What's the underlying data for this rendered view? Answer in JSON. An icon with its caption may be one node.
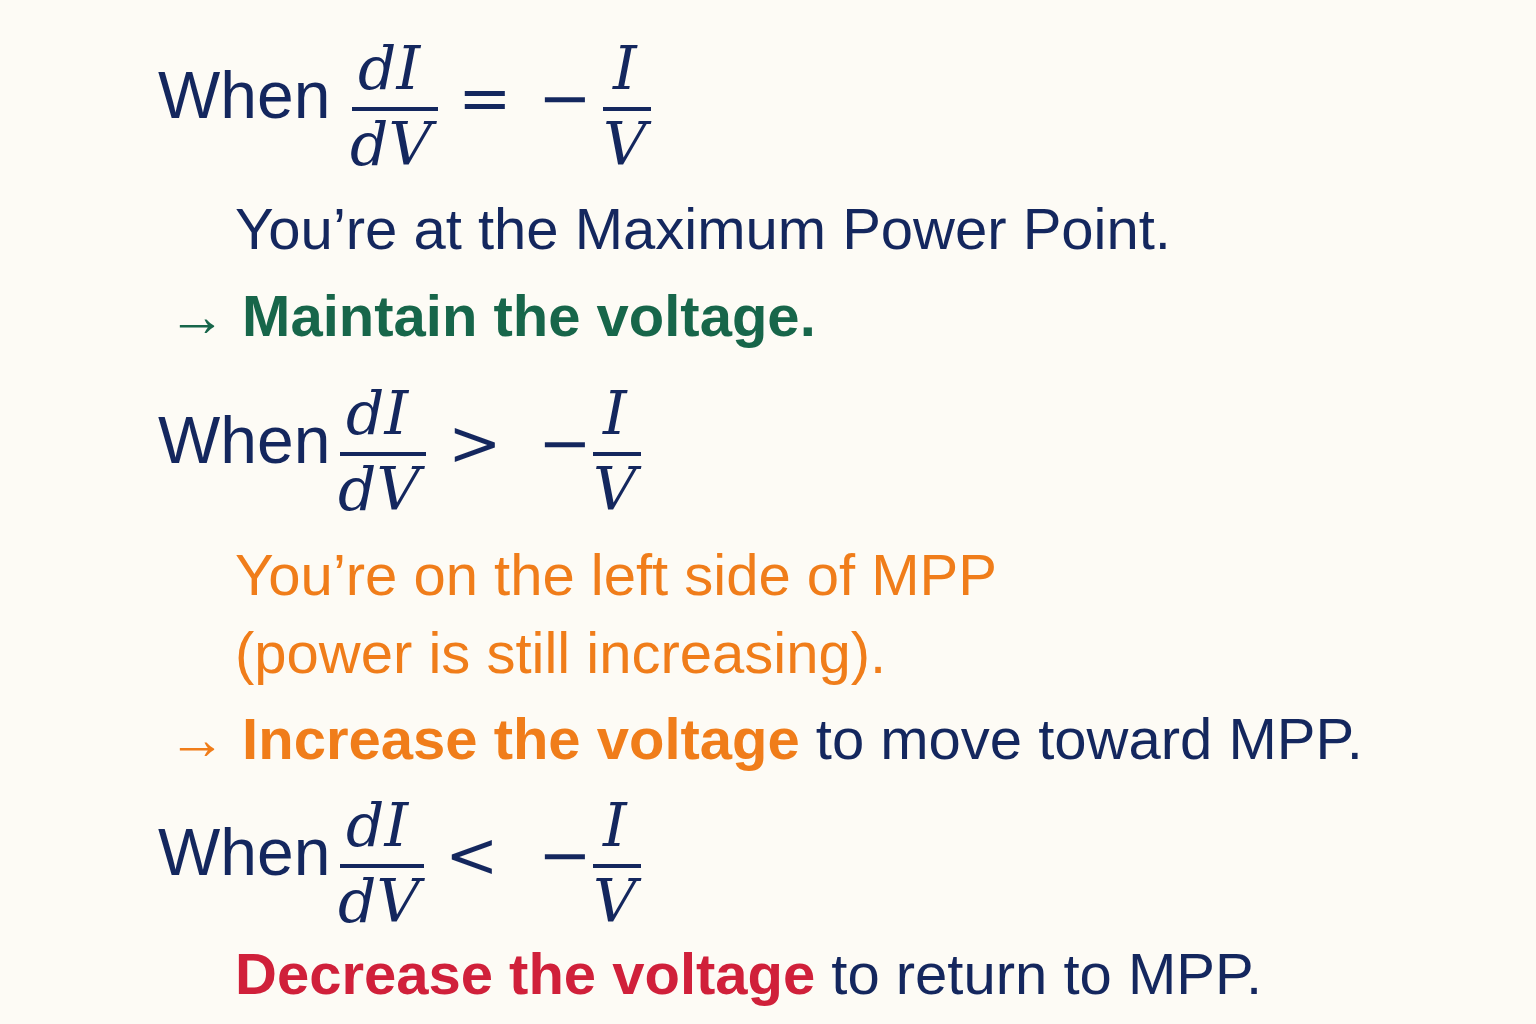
{
  "diagram": {
    "labels": [
      "When",
      "dI",
      "dV",
      "=",
      "−",
      "I",
      "V",
      "You’re at the Maximum Power Point.",
      "→ Maintain the voltage.",
      "When",
      "dI",
      "dV",
      ">",
      "−",
      "I",
      "V",
      "You’re on the left side of MPP (power is still increasing).",
      "→ Increase the voltage",
      "to move toward MPP.",
      "When",
      "dI",
      "dV",
      "<",
      "−",
      "I",
      "V",
      "Decrease the voltage",
      "to return to MPP."
    ]
  }
}
